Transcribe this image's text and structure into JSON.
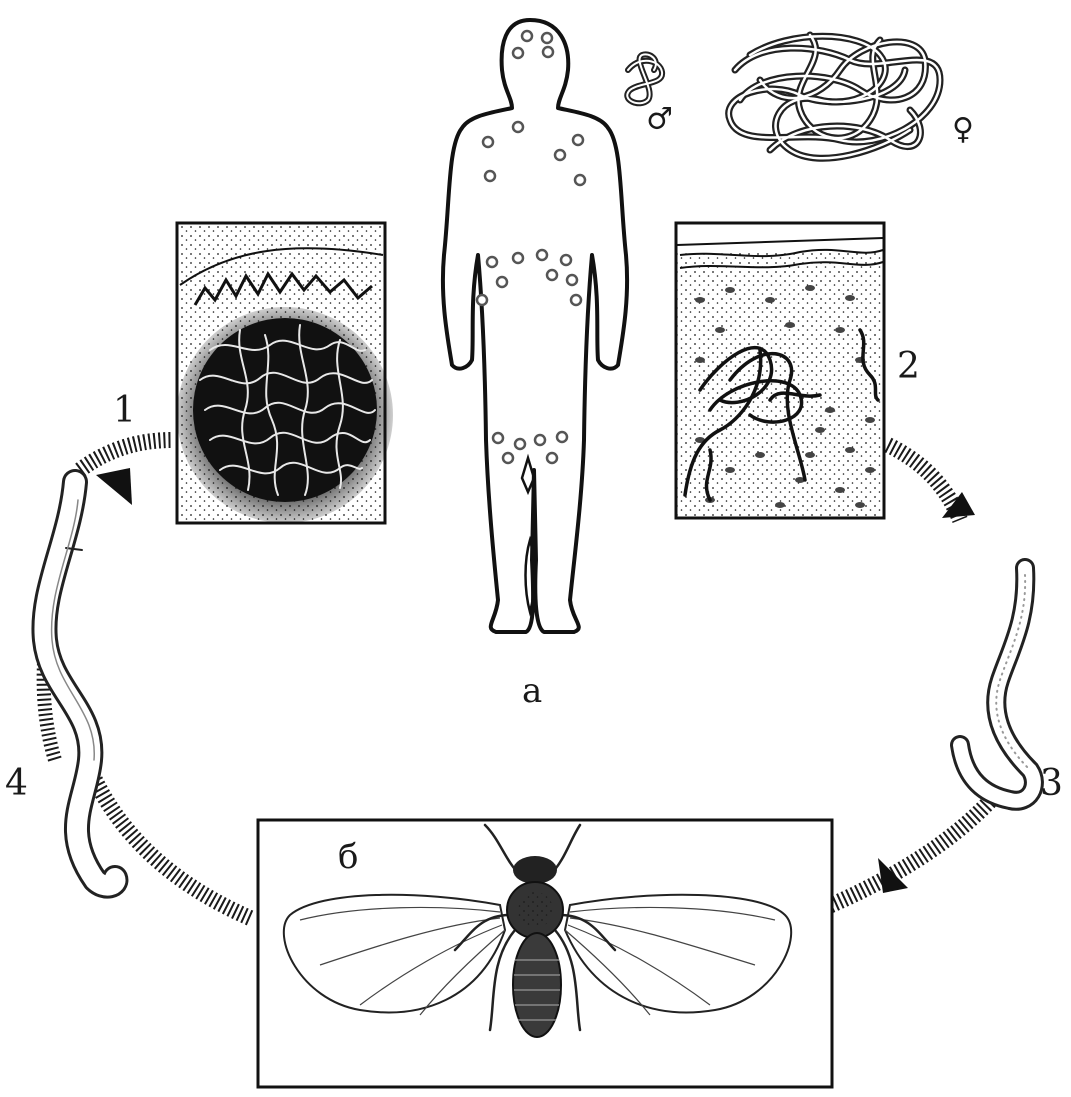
{
  "labels": {
    "stage_1": "1",
    "stage_2": "2",
    "stage_3": "3",
    "stage_4": "4",
    "figure_a": "а",
    "figure_b": "б",
    "male_symbol": "♂",
    "female_symbol": "♀"
  },
  "icons": {
    "human": "human-silhouette-icon",
    "nodule": "worm-nodule-icon",
    "skin": "skin-section-icon",
    "larva_3": "larva-icon",
    "larva_4": "larva-icon",
    "fly": "blackfly-icon",
    "male_worm": "male-worm-icon",
    "female_worm": "female-worm-tangle-icon"
  },
  "colors": {
    "ink": "#1a1a1a",
    "paper": "#ffffff"
  }
}
